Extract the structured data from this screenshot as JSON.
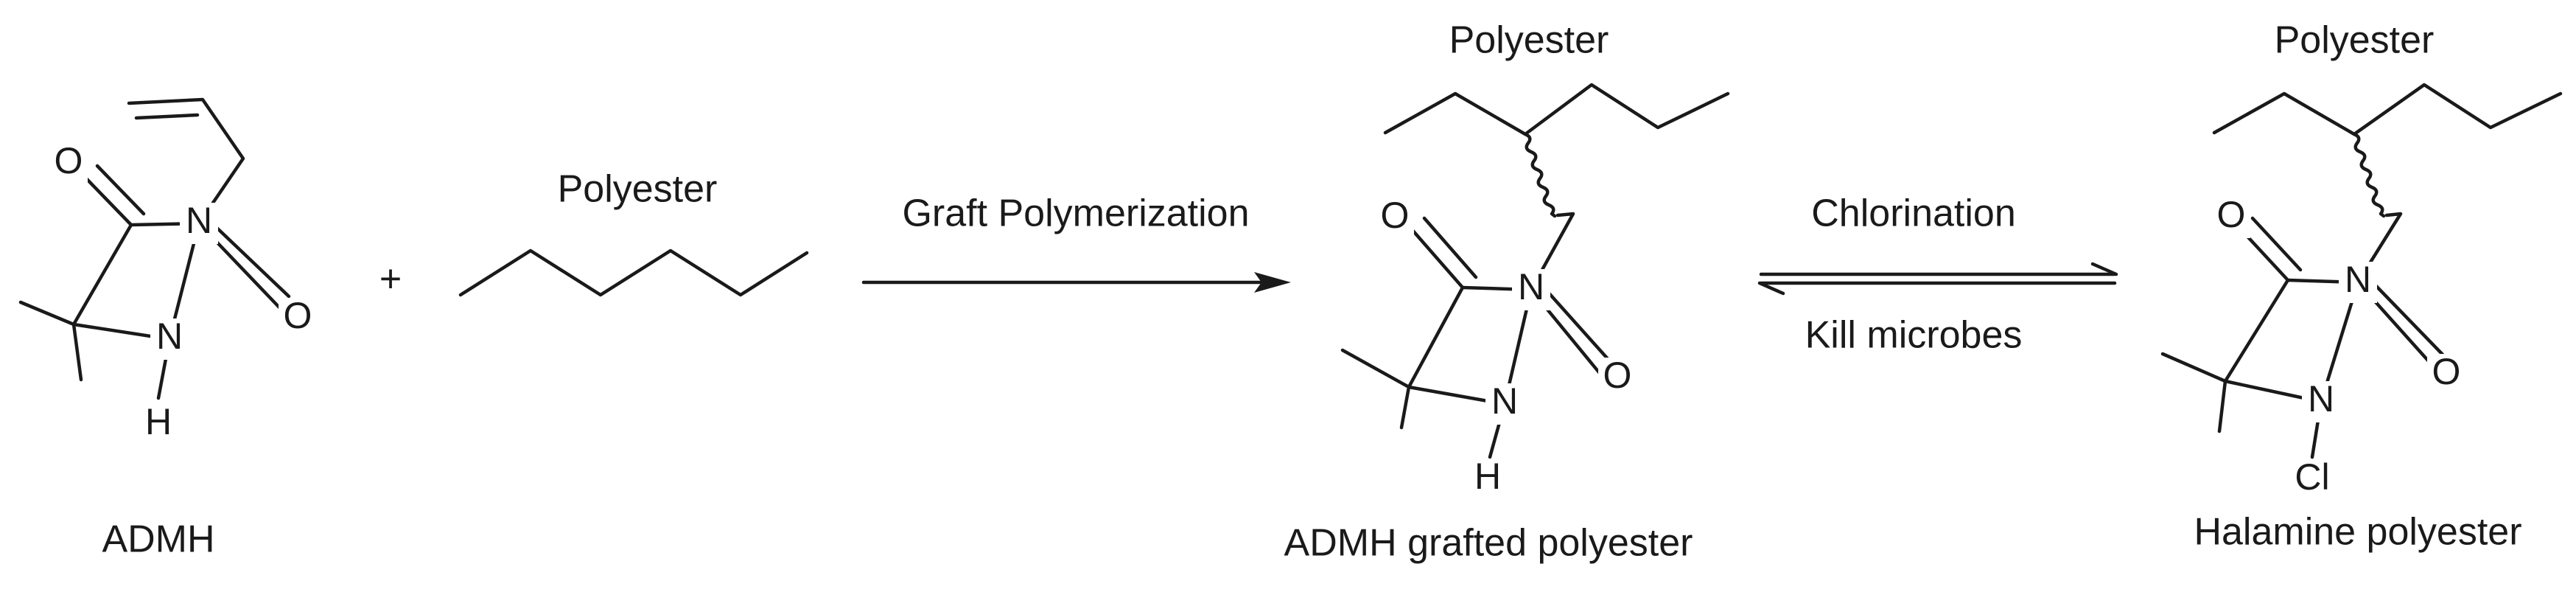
{
  "diagram": {
    "type": "chemical-reaction-scheme",
    "molecules": [
      {
        "id": "admh",
        "caption": "ADMH",
        "atoms": {
          "o1": "O",
          "o2": "O",
          "n1": "N",
          "n2": "N",
          "h": "H"
        }
      },
      {
        "id": "polyester-chain",
        "label": "Polyester"
      },
      {
        "id": "admh-grafted",
        "caption": "ADMH grafted polyester",
        "label": "Polyester",
        "atoms": {
          "o1": "O",
          "o2": "O",
          "n1": "N",
          "n2": "N",
          "h": "H"
        }
      },
      {
        "id": "halamine",
        "caption": "Halamine polyester",
        "label": "Polyester",
        "atoms": {
          "o1": "O",
          "o2": "O",
          "n1": "N",
          "n2": "N",
          "cl": "Cl"
        }
      }
    ],
    "operators": {
      "plus": "+"
    },
    "arrows": [
      {
        "from": "admh",
        "to": "admh-grafted",
        "kind": "forward",
        "label": "Graft Polymerization"
      },
      {
        "from": "admh-grafted",
        "to": "halamine",
        "kind": "equilibrium",
        "label_forward": "Chlorination",
        "label_reverse": "Kill microbes"
      }
    ]
  }
}
